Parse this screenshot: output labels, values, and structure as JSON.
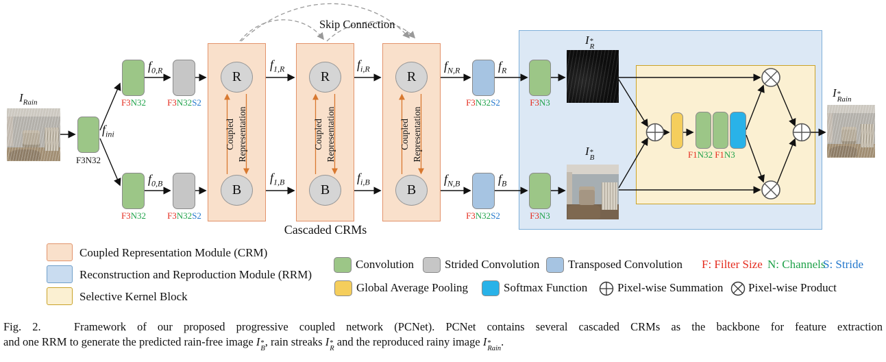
{
  "colors": {
    "crm_fill": "#F9E0CB",
    "crm_border": "#E2926A",
    "rrm_fill": "#DCE8F5",
    "rrm_border": "#7EAFD9",
    "sk_fill": "#FBF0D2",
    "sk_border": "#C9A227",
    "convolution_green": "#9CC687",
    "strided_gray": "#C6C6C6",
    "transposed_blue": "#A6C4E2",
    "gap_yellow": "#F5CE5C",
    "softmax_cyan": "#29B2E8",
    "filter_red": "#E42B1E",
    "channels_green": "#1FA24A",
    "stride_blue": "#2277CC",
    "node_circle_gray": "#D5D5D5",
    "coupling_arrow_orange": "#D8782F"
  },
  "diagram": {
    "input_label": {
      "base": "I",
      "sub": "Rain"
    },
    "f_ini": {
      "base": "f",
      "sub": "ini"
    },
    "first_conv_caption": "F3N32",
    "caps": {
      "conv32": {
        "f": "F3",
        "n": "N32"
      },
      "strided": {
        "f": "F3",
        "n": "N32",
        "s": "S2"
      },
      "transposed": {
        "f": "F3",
        "n": "N32",
        "s": "S2"
      },
      "conv3": {
        "f": "F3",
        "n": "N3"
      },
      "f1n32": {
        "f": "F1",
        "n": "N32"
      },
      "f1n3": {
        "f": "F1",
        "n": "N3"
      }
    },
    "flows": {
      "f0R": {
        "base": "f",
        "sub": "0,R"
      },
      "f0B": {
        "base": "f",
        "sub": "0,B"
      },
      "f1R": {
        "base": "f",
        "sub": "1,R"
      },
      "f1B": {
        "base": "f",
        "sub": "1,B"
      },
      "fiR": {
        "base": "f",
        "sub": "i,R"
      },
      "fiB": {
        "base": "f",
        "sub": "i,B"
      },
      "fNR": {
        "base": "f",
        "sub": "N,R"
      },
      "fNB": {
        "base": "f",
        "sub": "N,B"
      },
      "fR": {
        "base": "f",
        "sub": "R"
      },
      "fB": {
        "base": "f",
        "sub": "B"
      }
    },
    "crm": {
      "r": "R",
      "b": "B",
      "coupled_line1": "Coupled",
      "coupled_line2": "Representation"
    },
    "skip_label": "Skip Connection",
    "cascaded_label": "Cascaded CRMs",
    "outputs": {
      "iR": {
        "base": "I",
        "sup": "*",
        "sub": "R"
      },
      "iB": {
        "base": "I",
        "sup": "*",
        "sub": "B"
      },
      "iRain": {
        "base": "I",
        "sup": "*",
        "sub": "Rain"
      }
    }
  },
  "legend": {
    "modules": [
      {
        "label": "Coupled Representation Module (CRM)"
      },
      {
        "label": "Reconstruction and Reproduction Module (RRM)"
      },
      {
        "label": "Selective Kernel Block"
      }
    ],
    "ops": [
      {
        "label": "Convolution"
      },
      {
        "label": "Strided Convolution"
      },
      {
        "label": "Transposed Convolution"
      },
      {
        "label": "Global Average Pooling"
      },
      {
        "label": "Softmax Function"
      }
    ],
    "key_f": "F: Filter Size",
    "key_n": "N: Channels",
    "key_s": "S: Stride",
    "sym_sum": "Pixel-wise Summation",
    "sym_prod": "Pixel-wise Product"
  },
  "caption": {
    "line1": "Fig. 2.   Framework of our proposed progressive coupled network (PCNet). PCNet contains several cascaded CRMs as the backbone for feature extraction",
    "line2_p1": "and one RRM to generate the predicted rain-free image ",
    "m1": {
      "base": "I",
      "sup": "*",
      "sub": "B"
    },
    "line2_p2": ", rain streaks ",
    "m2": {
      "base": "I",
      "sup": "*",
      "sub": "R"
    },
    "line2_p3": " and the reproduced rainy image ",
    "m3": {
      "base": "I",
      "sup": "*",
      "sub": "Rain"
    },
    "line2_p4": "."
  }
}
